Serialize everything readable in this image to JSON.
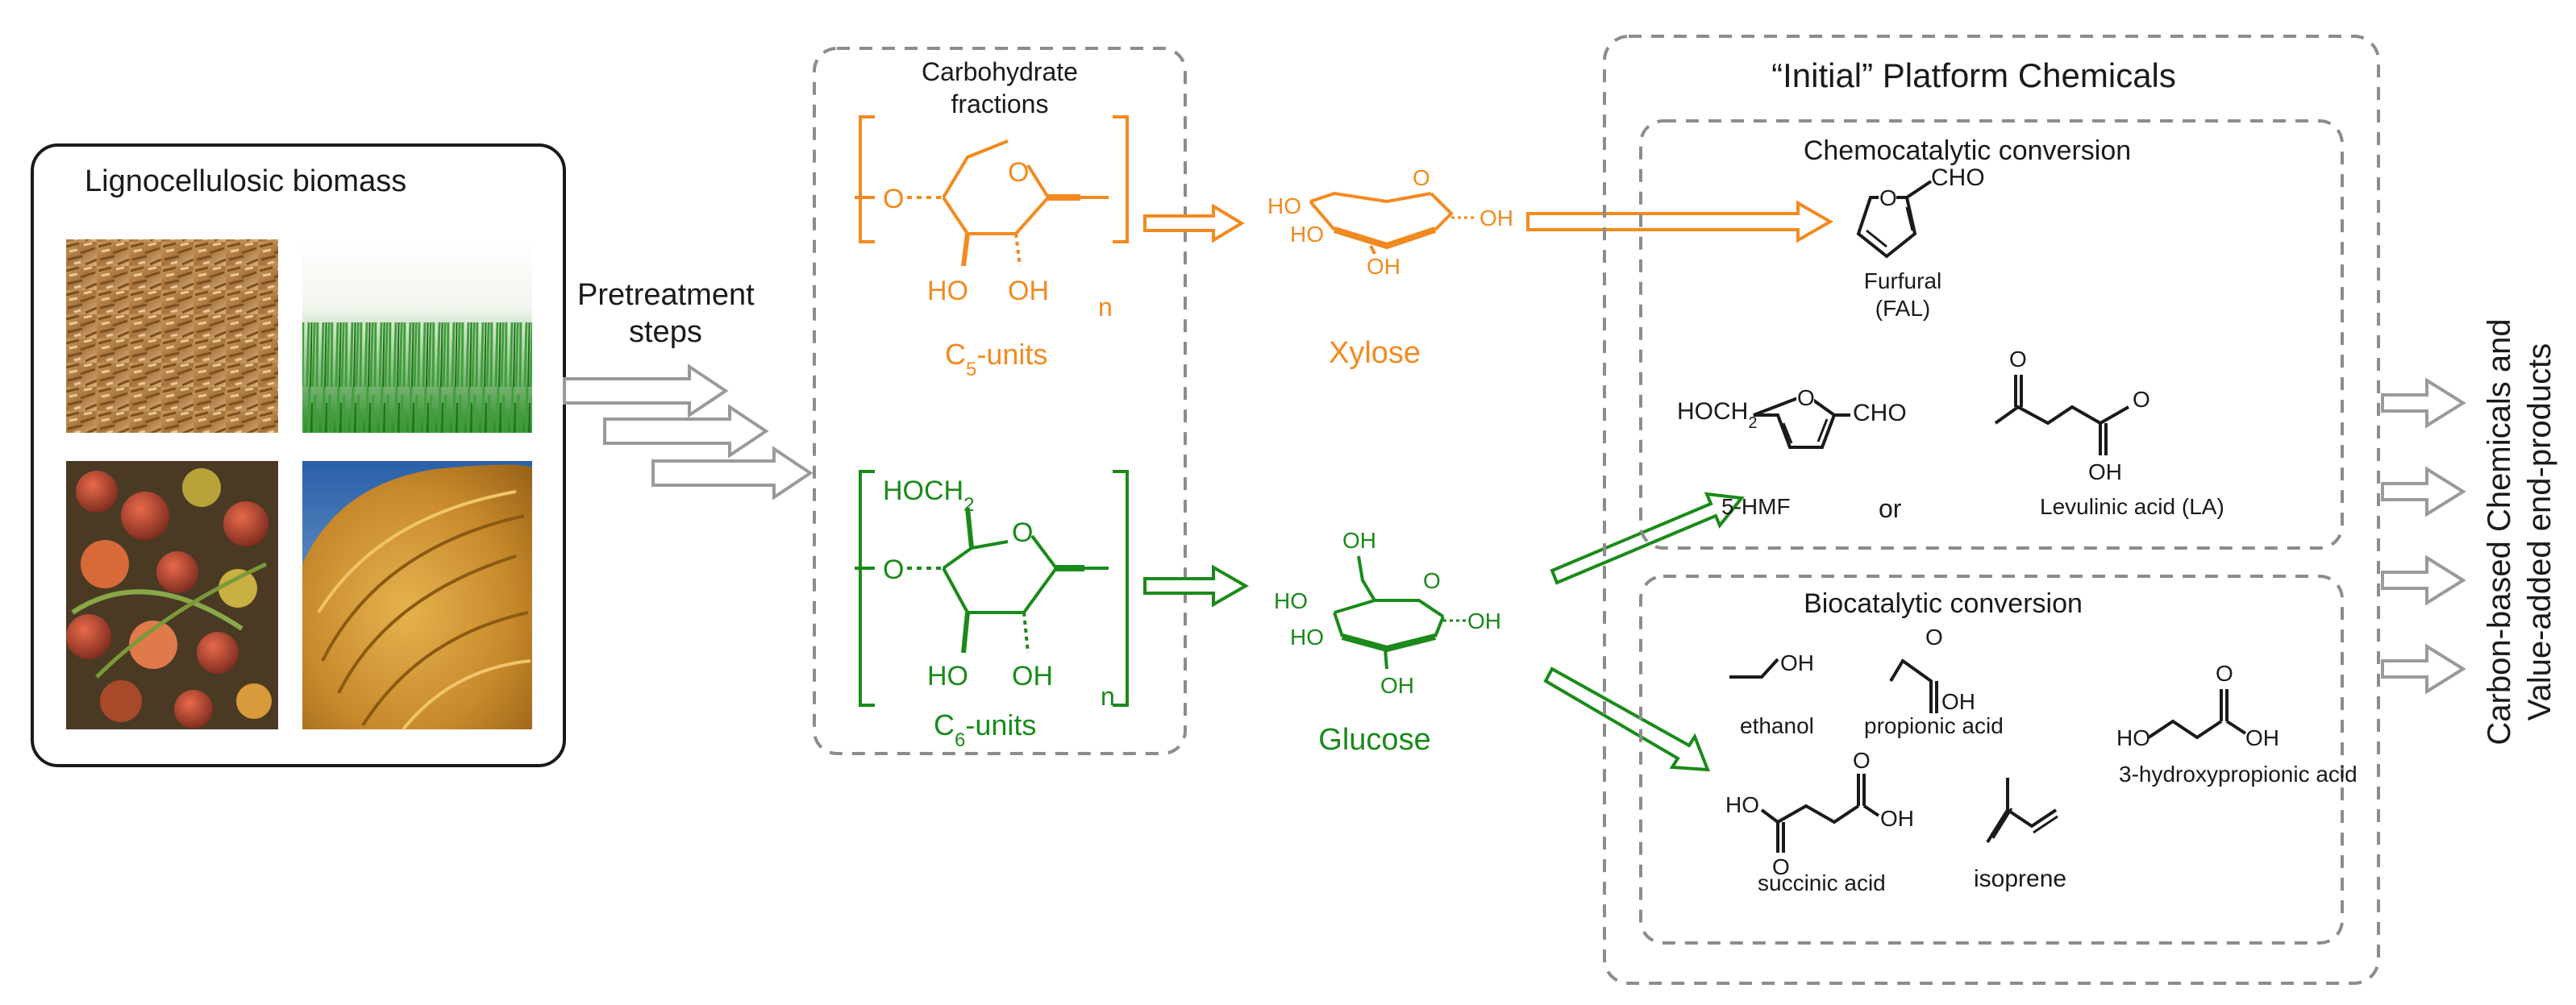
{
  "biomass": {
    "title": "Lignocellulosic biomass",
    "photos": [
      "wood-chips-photo",
      "grass-photo",
      "food-waste-photo",
      "straw-bale-photo"
    ]
  },
  "pretreatment": {
    "line1": "Pretreatment",
    "line2": "steps"
  },
  "carbohydrates": {
    "title_line1": "Carbohydrate",
    "title_line2": "fractions",
    "c5_label_prefix": "C",
    "c5_label_sub": "5",
    "c5_label_suffix": "-units",
    "c6_label_prefix": "C",
    "c6_label_sub": "6",
    "c6_label_suffix": "-units",
    "c5_subscript_n": "n",
    "c6_subscript_n": "n",
    "c6_ch2oh": "HOCH",
    "c6_ch2oh_sub": "2"
  },
  "sugars": {
    "xylose": "Xylose",
    "glucose": "Glucose"
  },
  "atoms": {
    "o": "O",
    "ho": "HO",
    "oh": "OH",
    "cho": "CHO",
    "hoch2": "HOCH",
    "sub2": "2"
  },
  "platform": {
    "title": "“Initial” Platform Chemicals",
    "chemocatalytic_title": "Chemocatalytic conversion",
    "biocatalytic_title": "Biocatalytic conversion",
    "furfural_name": "Furfural",
    "furfural_abbr": "(FAL)",
    "hmf_name": "5-HMF",
    "or_text": "or",
    "la_name": "Levulinic acid (LA)",
    "ethanol": "ethanol",
    "propionic": "propionic acid",
    "hydroxypropionic": "3-hydroxypropionic acid",
    "succinic": "succinic acid",
    "isoprene": "isoprene"
  },
  "endproducts": {
    "line1": "Carbon-based Chemicals and",
    "line2": "Value-added end-products"
  },
  "colors": {
    "c5": "#f28a1f",
    "c6": "#1a8a1a",
    "text": "#1a1a1a",
    "dashed_border": "#8c8c8c",
    "gray_arrow": "#9a9a9a"
  }
}
